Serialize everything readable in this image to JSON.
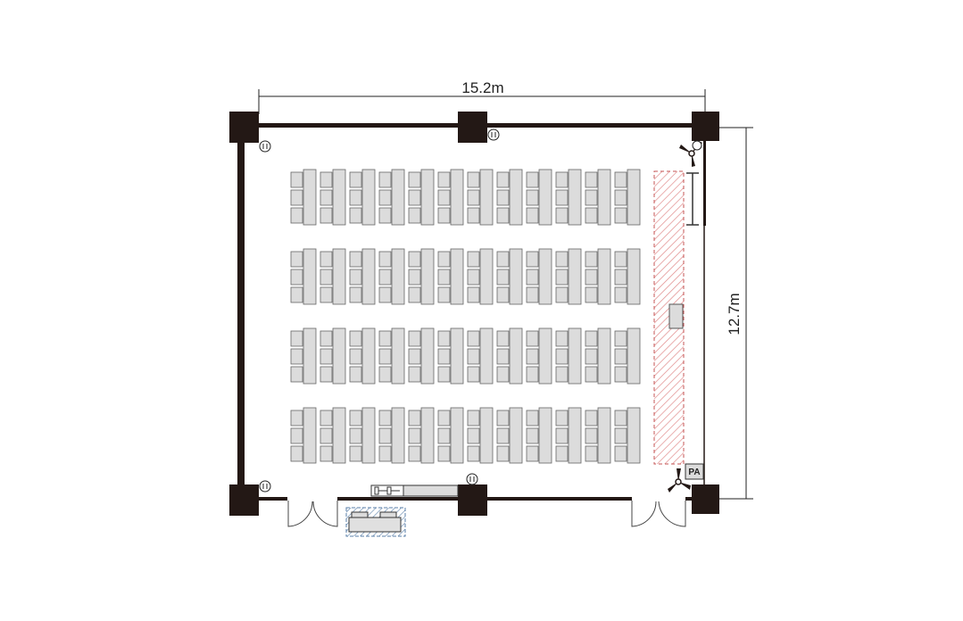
{
  "dimensions": {
    "width_label": "15.2m",
    "depth_label": "12.7m"
  },
  "seating": {
    "blocks": 4,
    "desks_per_row": 12,
    "chair_rows_per_block": 3
  },
  "equipment": {
    "pa_label": "PA"
  },
  "colors": {
    "wall": "#231815",
    "desk_fill": "#dcdcdc",
    "desk_stroke": "#666666",
    "stage_hatch": "#e08a8a",
    "console_hatch": "#5a7fa8"
  }
}
